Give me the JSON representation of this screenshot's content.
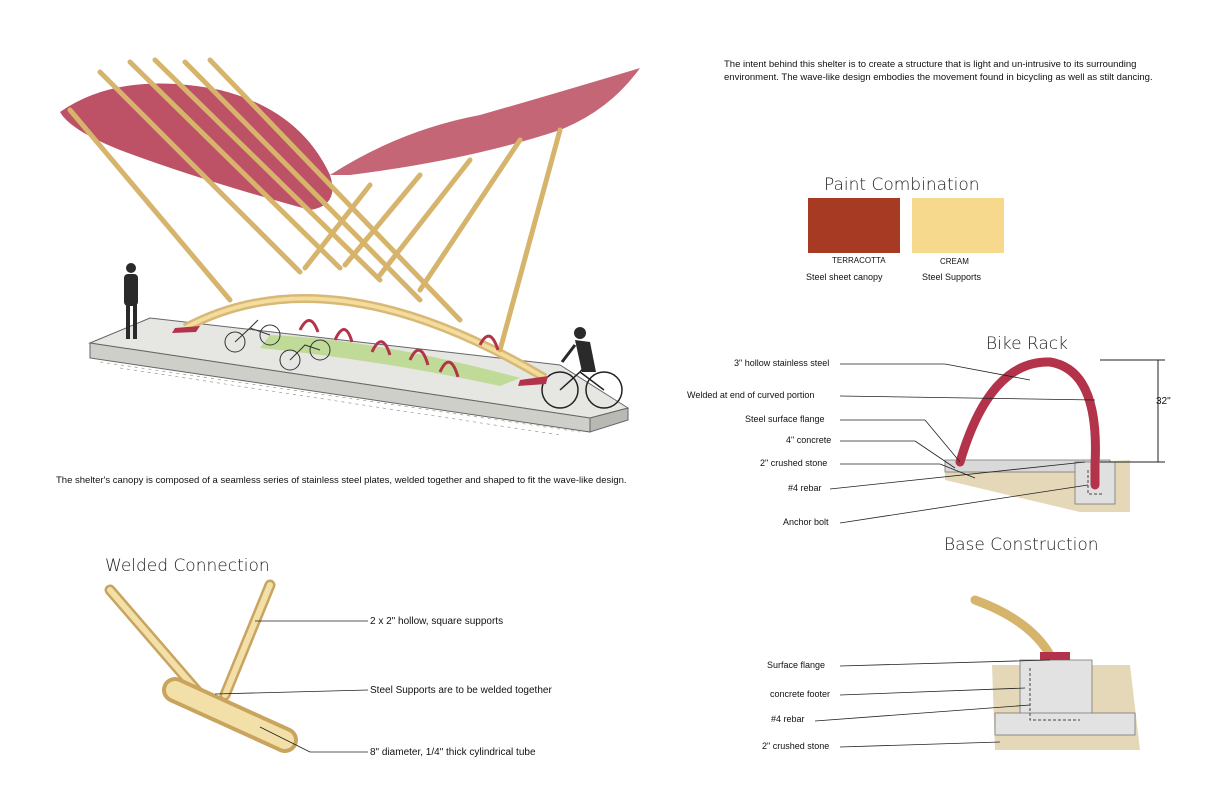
{
  "intro_text": "The intent behind this shelter is to create a structure that is light and un-intrusive to its surrounding environment. The wave-like design embodies the movement found in bicycling as well as stilt dancing.",
  "canopy_caption": "The shelter's canopy is composed of a seamless series of stainless steel plates, welded together and shaped to fit the wave-like design.",
  "paint": {
    "heading": "Paint Combination",
    "swatches": [
      {
        "color": "#a63a22",
        "name": "TERRACOTTA",
        "use": "Steel sheet canopy"
      },
      {
        "color": "#f7d98e",
        "name": "CREAM",
        "use": "Steel Supports"
      }
    ]
  },
  "bike_rack": {
    "heading": "Bike Rack",
    "dimension": "32\"",
    "callouts": [
      "3\" hollow stainless steel",
      "Welded at end of curved portion",
      "Steel surface flange",
      "4\" concrete",
      "2\" crushed stone",
      "#4 rebar",
      "Anchor bolt"
    ]
  },
  "base": {
    "heading": "Base Construction",
    "callouts": [
      "Surface  flange",
      "concrete footer",
      "#4 rebar",
      "2\" crushed stone"
    ]
  },
  "welded": {
    "heading": "Welded Connection",
    "callouts": [
      "2 x 2\" hollow, square supports",
      "Steel Supports are to be welded together",
      "8\" diameter, 1/4\" thick cylindrical tube"
    ]
  }
}
